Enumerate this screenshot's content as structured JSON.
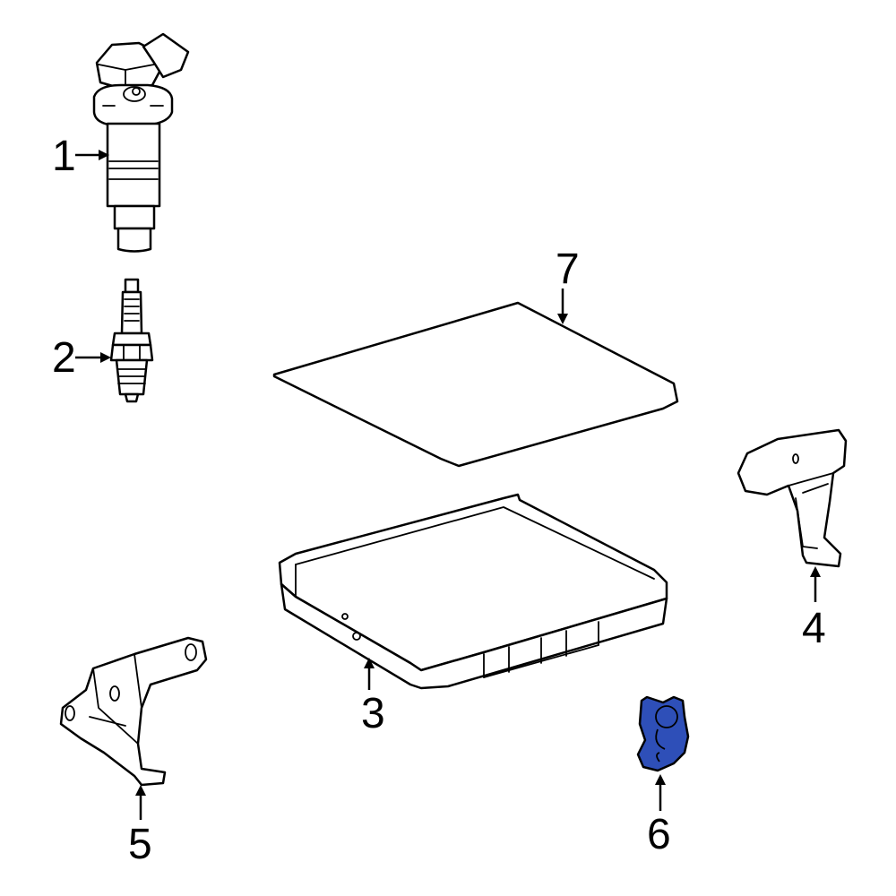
{
  "callouts": {
    "c1": "1",
    "c2": "2",
    "c3": "3",
    "c4": "4",
    "c5": "5",
    "c6": "6",
    "c7": "7"
  },
  "colors": {
    "line": "#000000",
    "background": "#ffffff",
    "highlight": "#2e4fb8"
  },
  "highlighted_part": "6"
}
